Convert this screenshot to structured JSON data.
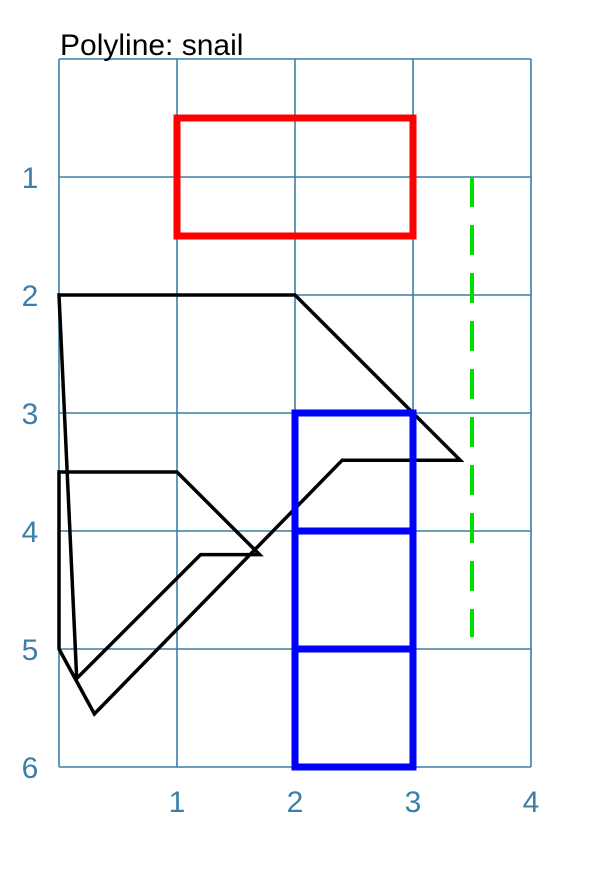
{
  "title": "Polyline: snail",
  "colors": {
    "grid": "#3b7fa6",
    "tick_label": "#3b7fa6",
    "red_rect": "#ff0000",
    "blue_rect": "#0000ff",
    "green_dash": "#00dd00",
    "polyline": "#000000"
  },
  "x_axis": {
    "range": [
      0,
      4
    ],
    "tick_labels": [
      "1",
      "2",
      "3",
      "4"
    ]
  },
  "y_axis": {
    "range": [
      0,
      6
    ],
    "inverted": true,
    "tick_labels": [
      "1",
      "2",
      "3",
      "4",
      "5",
      "6"
    ]
  },
  "shapes": {
    "red_rectangle": {
      "x": 1,
      "y": 0.5,
      "w": 2,
      "h": 1
    },
    "blue_rectangles": [
      {
        "x": 2,
        "y": 3,
        "w": 1,
        "h": 1
      },
      {
        "x": 2,
        "y": 4,
        "w": 1,
        "h": 1
      },
      {
        "x": 2,
        "y": 5,
        "w": 1,
        "h": 1
      }
    ],
    "green_dashed_line": {
      "x1": 3.5,
      "y1": 1,
      "x2": 3.5,
      "y2": 4.9
    },
    "snail_polyline": [
      [
        0,
        2
      ],
      [
        2,
        2
      ],
      [
        3.4,
        3.4
      ],
      [
        2.4,
        3.4
      ],
      [
        0.3,
        5.55
      ],
      [
        0,
        5
      ],
      [
        0,
        3.5
      ],
      [
        1,
        3.5
      ],
      [
        1.7,
        4.2
      ],
      [
        1.2,
        4.2
      ],
      [
        0.15,
        5.25
      ]
    ]
  }
}
